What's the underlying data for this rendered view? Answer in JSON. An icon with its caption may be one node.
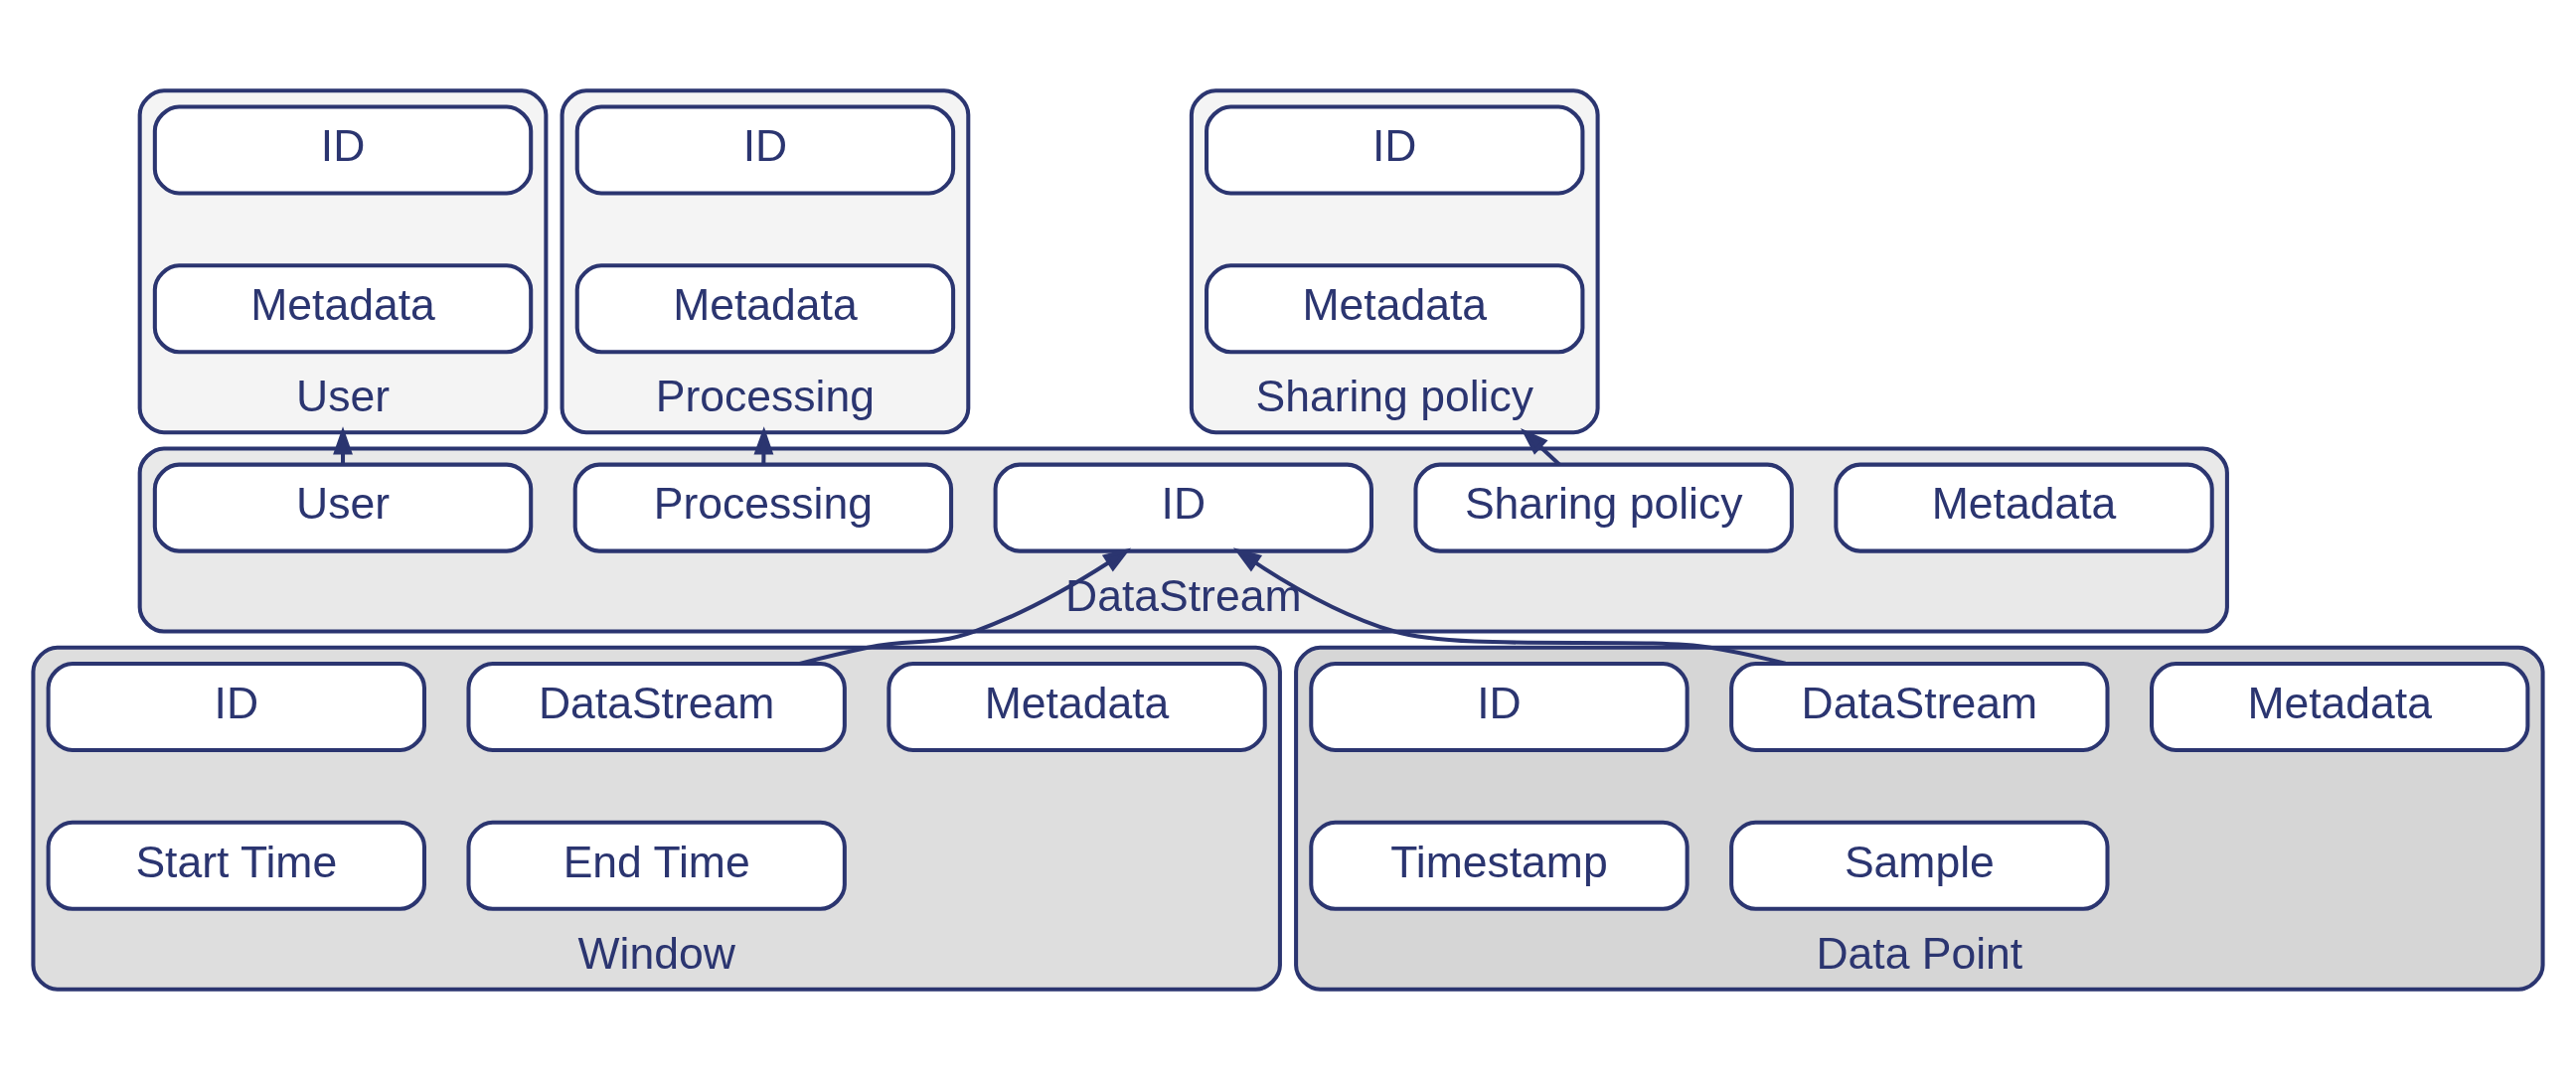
{
  "diagram": {
    "nodes": [
      {
        "text": [
          "User"
        ]
      },
      {
        "text": [
          "ID"
        ],
        "in": 0
      },
      {
        "text": [
          "Metadata"
        ],
        "in": 0
      },
      {
        "text": [
          "Processing"
        ]
      },
      {
        "text": [
          "ID"
        ],
        "in": 3
      },
      {
        "text": [
          "Metadata"
        ],
        "in": 3
      },
      {
        "text": [
          "Sharing policy"
        ]
      },
      {
        "text": [
          "ID"
        ],
        "in": 6
      },
      {
        "text": [
          "Metadata"
        ],
        "in": 6
      },
      {
        "text": [
          "DataStream"
        ]
      },
      {
        "text": [
          "User"
        ],
        "in": 9
      },
      {
        "text": [
          "Processing"
        ],
        "in": 9
      },
      {
        "text": [
          "ID"
        ],
        "in": 9
      },
      {
        "text": [
          "Sharing policy"
        ],
        "in": 9
      },
      {
        "text": [
          "Metadata"
        ],
        "in": 9
      },
      {
        "text": [
          "Window"
        ]
      },
      {
        "text": [
          "ID"
        ],
        "in": 15
      },
      {
        "text": [
          "DataStream"
        ],
        "in": 15
      },
      {
        "text": [
          "Metadata"
        ],
        "in": 15
      },
      {
        "text": [
          "Start Time"
        ],
        "in": 15
      },
      {
        "text": [
          "End Time"
        ],
        "in": 15
      },
      {
        "text": [
          "Data Point"
        ]
      },
      {
        "text": [
          "ID"
        ],
        "in": 21
      },
      {
        "text": [
          "DataStream"
        ],
        "in": 21
      },
      {
        "text": [
          "Metadata"
        ],
        "in": 21
      },
      {
        "text": [
          "Timestamp"
        ],
        "in": 21
      },
      {
        "text": [
          "Sample"
        ],
        "in": 21
      }
    ],
    "edges": [
      {
        "from": 10,
        "to": 0,
        "arrow": "to"
      },
      {
        "from": 11,
        "to": 3,
        "arrow": "to"
      },
      {
        "from": 13,
        "to": 6,
        "arrow": "to"
      },
      {
        "from": 17,
        "to": 12,
        "arrow": "to"
      },
      {
        "from": 23,
        "to": 12,
        "arrow": "to"
      }
    ]
  }
}
